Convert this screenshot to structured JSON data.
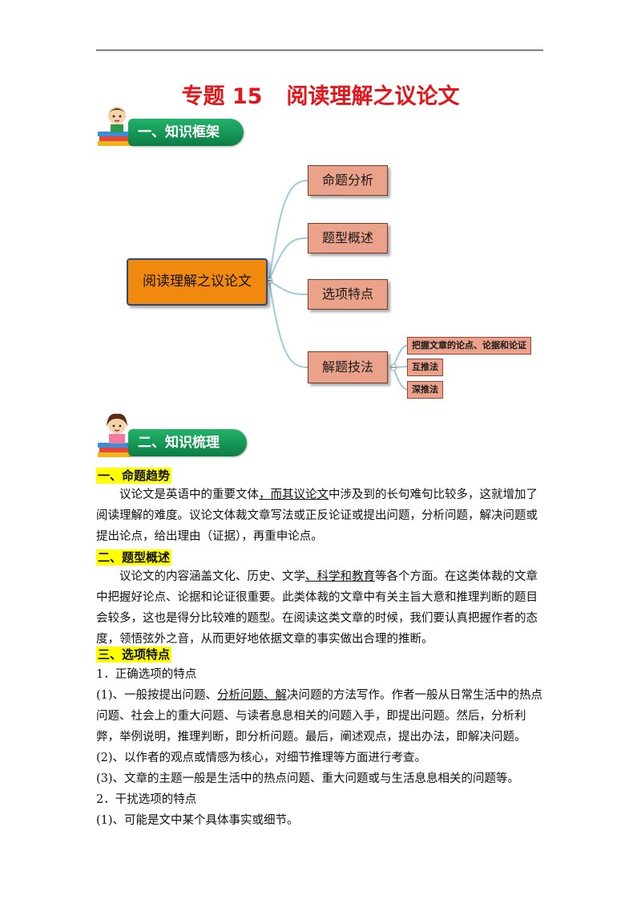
{
  "title": {
    "part1": "专题 15",
    "part2": "阅读理解之议论文"
  },
  "banners": {
    "framework": "一、知识框架",
    "review": "二、知识梳理"
  },
  "mindmap": {
    "root": "阅读理解之议论文",
    "branches": [
      "命题分析",
      "题型概述",
      "选项特点",
      "解题技法"
    ],
    "leaves": [
      "把握文章的论点、论据和论证",
      "互推法",
      "深推法"
    ]
  },
  "sections": {
    "s1": {
      "heading": "一、命题趋势",
      "t1": "议论文是英语中的重要文体",
      "t2": "，而其议论文",
      "t3": "中涉及到的长句难句比较多，这就增加了阅读理解的难度。议论文体裁文章写法或正反论证或提出问题，分析问题，解决问题或提出论点，给出理由（证据），再重申论点。"
    },
    "s2": {
      "heading": "二、题型概述",
      "t1": "议论文的内容涵盖文化、历史、文学",
      "t2": "、科学和教育",
      "t3": "等各个方面。在这类体裁的文章中把握好论点、论据和论证很重要。此类体裁的文章中有关主旨大意和推理判断的题目会较多，这也是得分比较难的题型。在阅读这类文章的时候，我们要认真把握作者的态度，领悟弦外之音，从而更好地依据文章的事实做出合理的推断。"
    },
    "s3": {
      "heading": "三、选项特点",
      "l1": "1．正确选项的特点",
      "l2a": "(1)、一般按提出问题、",
      "l2b": "分析问题、解",
      "l2c": "决问题的方法写作。作者一般从日常生活中的热点问题、社会上的重大问题、与读者息息相关的问题入手，即提出问题。然后，分析利弊，举例说明，推理判断，即分析问题。最后，阐述观点，提出办法，即解决问题。",
      "l3": "(2)、以作者的观点或情感为核心，对细节推理等方面进行考查。",
      "l4": "(3)、文章的主题一般是生活中的热点问题、重大问题或与生活息息相关的问题等。",
      "l5": "2．干扰选项的特点",
      "l6": "(1)、可能是文中某个具体事实或细节。"
    }
  }
}
